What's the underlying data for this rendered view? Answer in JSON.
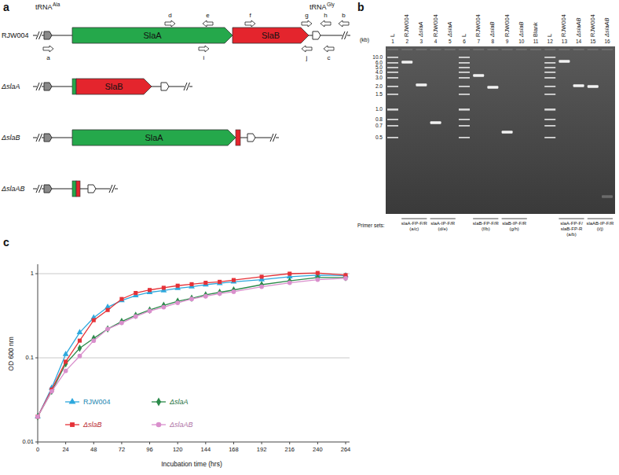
{
  "diagram": {
    "nodes": [
      {
        "text": [
          "SlaA"
        ]
      },
      {
        "text": [
          "SlaB"
        ]
      },
      {
        "text": [
          "SlaB"
        ]
      },
      {
        "text": [
          "SlaA"
        ]
      }
    ],
    "labels": [
      "a",
      "tRNA",
      "Ala",
      "tRNA",
      "Gly",
      "RJW004",
      "a",
      "b",
      "c",
      "d",
      "e",
      "f",
      "g",
      "h",
      "i",
      "j",
      "ΔslaA",
      "ΔslaB",
      "ΔslaAB",
      "b",
      "(kb)",
      "10.0",
      "6.0",
      "5.0",
      "4.0",
      "3.0",
      "2.0",
      "1.5",
      "1.0",
      "0.8",
      "0.7",
      "0.5",
      "L",
      "RJW004",
      "ΔslaA",
      "RJW004",
      "ΔslaA",
      "L",
      "RJW004",
      "ΔslaB",
      "RJW004",
      "ΔslaB",
      "Blank",
      "L",
      "RJW004",
      "ΔslaAB",
      "RJW004",
      "ΔslaAB",
      "1",
      "2",
      "3",
      "4",
      "5",
      "6",
      "7",
      "8",
      "9",
      "10",
      "11",
      "12",
      "13",
      "14",
      "15",
      "16",
      "Primer sets:",
      "slaA-FP-F/R",
      "(a/c)",
      "slaA-IP-F/R",
      "(d/e)",
      "slaB-FP-F/R",
      "(f/b)",
      "slaB-IP-F/R",
      "(g/h)",
      "slaA-FP-F/ slaB-FP-R",
      "(a/b)",
      "slaAB-IP-F/R",
      "(i/j)",
      "c",
      "0.01",
      "0.1",
      "1",
      "0",
      "24",
      "48",
      "72",
      "96",
      "120",
      "144",
      "168",
      "192",
      "216",
      "240",
      "264",
      "OD 600 nm",
      "Incubation time (hrs)"
    ],
    "legend": [
      {
        "text": "RJW004"
      },
      {
        "text": "ΔslaA"
      },
      {
        "text": "ΔslaB"
      },
      {
        "text": "ΔslaAB"
      }
    ]
  }
}
